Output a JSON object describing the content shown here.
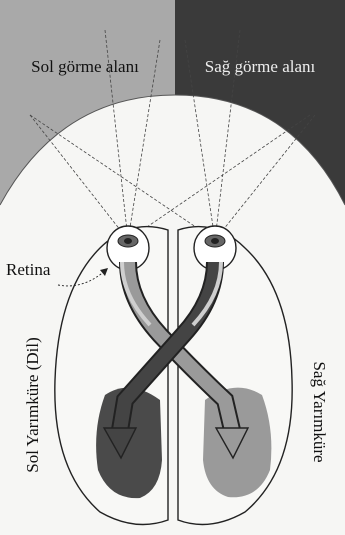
{
  "labels": {
    "left_visual_field": "Sol görme alanı",
    "right_visual_field": "Sağ görme alanı",
    "retina": "Retina",
    "left_hemisphere": "Sol Yarımküre (Dil)",
    "right_hemisphere": "Sağ Yarımküre"
  },
  "colors": {
    "left_field": "#a9a9a9",
    "right_field": "#3a3a3a",
    "left_pathway": "#444444",
    "right_pathway": "#9a9a9a",
    "left_visual_cortex": "#4a4a4a",
    "right_visual_cortex": "#9a9a9a",
    "brain_outline": "#222222"
  },
  "icons": {
    "left_eye": "eye-icon",
    "right_eye": "eye-icon"
  }
}
